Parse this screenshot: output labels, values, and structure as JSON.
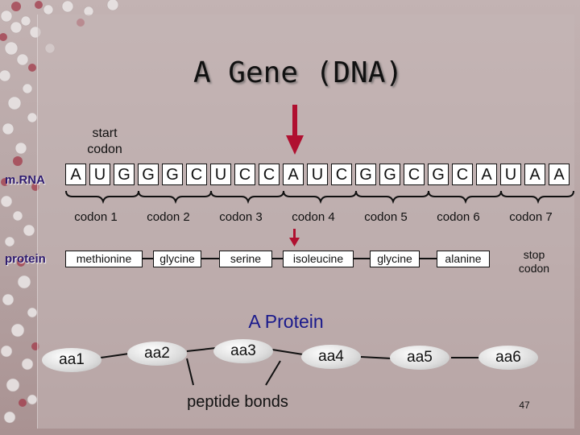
{
  "title": "A Gene (DNA)",
  "start_codon_label": [
    "start",
    "codon"
  ],
  "mrna_label": "m.RNA",
  "protein_label": "protein",
  "sequence": [
    "A",
    "U",
    "G",
    "G",
    "G",
    "C",
    "U",
    "C",
    "C",
    "A",
    "U",
    "C",
    "G",
    "G",
    "C",
    "G",
    "C",
    "A",
    "U",
    "A",
    "A"
  ],
  "codons": [
    "codon 1",
    "codon 2",
    "codon 3",
    "codon 4",
    "codon 5",
    "codon 6",
    "codon 7"
  ],
  "amino_acids": [
    "methionine",
    "glycine",
    "serine",
    "isoleucine",
    "glycine",
    "alanine"
  ],
  "stop_codon_label": [
    "stop",
    "codon"
  ],
  "protein_title": "A Protein",
  "chain": [
    "aa1",
    "aa2",
    "aa3",
    "aa4",
    "aa5",
    "aa6"
  ],
  "peptide_label": "peptide bonds",
  "page_number": "47",
  "colors": {
    "arrow": "#b01030",
    "protein_title": "#1a1a8c",
    "side_label": "#2e1a6e"
  }
}
